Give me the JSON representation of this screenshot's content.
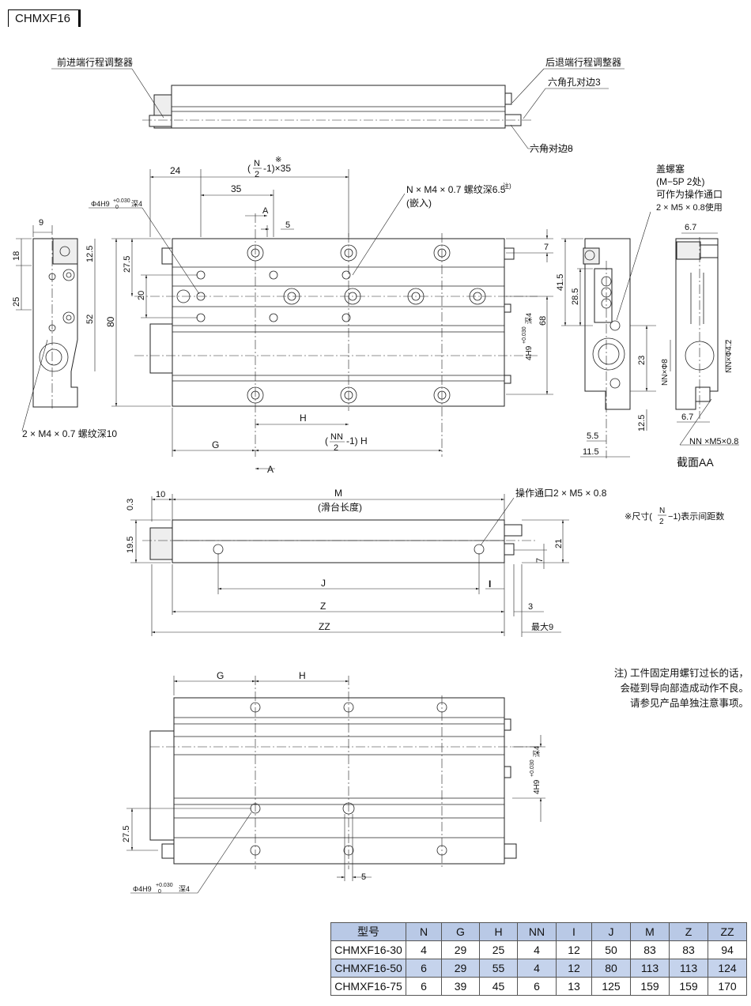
{
  "model_title": "CHMXF16",
  "labels": {
    "front_adjuster": "前进端行程调整器",
    "rear_adjuster": "后退端行程调整器",
    "hex_hole": "六角孔对边3",
    "hex_flat": "六角对边8",
    "tapped_holes_line1": "N × M4 × 0.7 螺纹深6.5",
    "tapped_holes_note": "注)",
    "tapped_holes_line2": "(嵌入)",
    "pin_hole_top": "Φ4H9",
    "pin_hole_top_depth": "深4",
    "tol_plus": "+0.030",
    "tol_zero": "0",
    "plug_line1": "盖螺塞",
    "plug_line2": "(M−5P  2处)",
    "plug_line3": "可作为操作通口",
    "plug_line4": "2 × M5 × 0.8使用",
    "side_thread": "2 × M4 × 0.7  螺纹深10",
    "section_title": "截面AA",
    "nn_m5": "NN ×M5×0.8",
    "nn_phi8": "NN×Φ8",
    "nn_phi42": "NN×Φ4.2",
    "port_label": "操作通口2 × M5 × 0.8",
    "slide_length": "(滑台长度)",
    "max9": "最大9",
    "pin_hole_bottom": "Φ4H9",
    "pin_hole_bottom_depth": "深4",
    "tol_vertical": "4H9",
    "depth_vertical": "深4",
    "pitch_note_prefix": "※尺寸(",
    "pitch_note_frac_n": "N",
    "pitch_note_frac_d": "2",
    "pitch_note_suffix": "−1)表示间距数",
    "formula_top_n": "N",
    "formula_top_d": "2",
    "formula_top_rest": "-1)×35",
    "formula_top_mark": "※",
    "formula_nn_n": "NN",
    "formula_nn_d": "2",
    "formula_nn_rest": "-1)  H",
    "paren_open": "("
  },
  "dims": {
    "d24": "24",
    "d35": "35",
    "dA": "A",
    "d5": "5",
    "d9": "9",
    "d18": "18",
    "d125": "12.5",
    "d25": "25",
    "d52": "52",
    "d275": "27.5",
    "d20": "20",
    "d80": "80",
    "d7": "7",
    "d68": "68",
    "d415": "41.5",
    "d285": "28.5",
    "d23": "23",
    "d67": "6.7",
    "d55": "5.5",
    "d115": "11.5",
    "dH": "H",
    "dG": "G",
    "d10": "10",
    "d03": "0.3",
    "dM": "M",
    "d195": "19.5",
    "d21": "21",
    "dJ": "J",
    "dI": "I",
    "dZ": "Z",
    "d3": "3",
    "dZZ": "ZZ"
  },
  "notes": [
    "注) 工件固定用螺钉过长的话，",
    "会碰到导向部造成动作不良。",
    "请参见产品单独注意事项。"
  ],
  "table": {
    "headers": [
      "型号",
      "N",
      "G",
      "H",
      "NN",
      "I",
      "J",
      "M",
      "Z",
      "ZZ"
    ],
    "rows": [
      [
        "CHMXF16-30",
        "4",
        "29",
        "25",
        "4",
        "12",
        "50",
        "83",
        "83",
        "94"
      ],
      [
        "CHMXF16-50",
        "6",
        "29",
        "55",
        "4",
        "12",
        "80",
        "113",
        "113",
        "124"
      ],
      [
        "CHMXF16-75",
        "6",
        "39",
        "45",
        "6",
        "13",
        "125",
        "159",
        "159",
        "170"
      ]
    ]
  }
}
